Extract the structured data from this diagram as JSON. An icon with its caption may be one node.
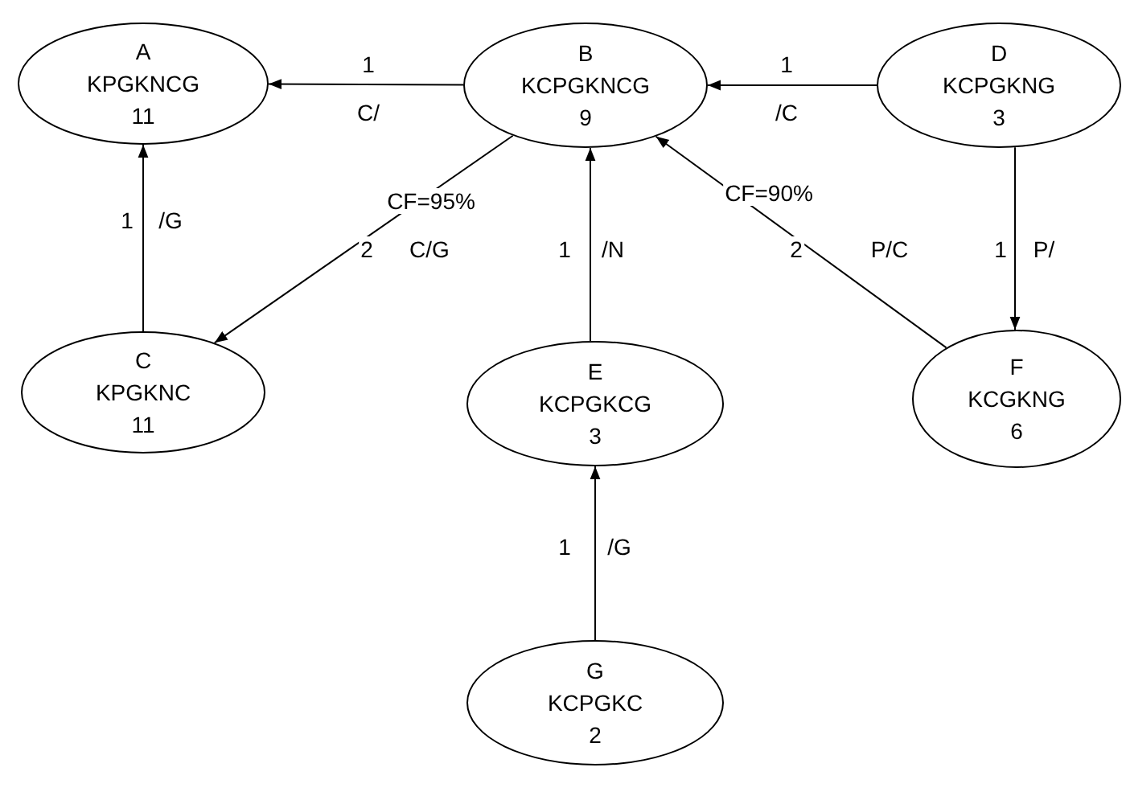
{
  "diagram": {
    "nodes": [
      {
        "text": [
          "A",
          "KPGKNCG",
          "11"
        ]
      },
      {
        "text": [
          "B",
          "KCPGKNCG",
          "9"
        ]
      },
      {
        "text": [
          "D",
          "KCPGKNG",
          "3"
        ]
      },
      {
        "text": [
          "C",
          "KPGKNC",
          "11"
        ]
      },
      {
        "text": [
          "E",
          "KCPGKCG",
          "3"
        ]
      },
      {
        "text": [
          "F",
          "KCGKNG",
          "6"
        ]
      },
      {
        "text": [
          "G",
          "KCPGKC",
          "2"
        ]
      }
    ],
    "edges": [
      {
        "from": 1,
        "to": 0,
        "arrow": "to",
        "label": "1"
      },
      {
        "from": 2,
        "to": 1,
        "arrow": "to",
        "label": "1"
      },
      {
        "from": 3,
        "to": 0,
        "arrow": "to",
        "label": "1"
      },
      {
        "from": 1,
        "to": 3,
        "arrow": "to",
        "label": "2"
      },
      {
        "from": 4,
        "to": 1,
        "arrow": "to",
        "label": "1"
      },
      {
        "from": 5,
        "to": 1,
        "arrow": "to",
        "label": "2"
      },
      {
        "from": 2,
        "to": 5,
        "arrow": "to",
        "label": "1"
      },
      {
        "from": 6,
        "to": 4,
        "arrow": "to",
        "label": "1"
      }
    ],
    "labels": [
      "C/",
      "/C",
      "CF=95%",
      "CF=90%",
      "/G",
      "C/G",
      "/N",
      "P/C",
      "P/",
      "/G"
    ]
  }
}
